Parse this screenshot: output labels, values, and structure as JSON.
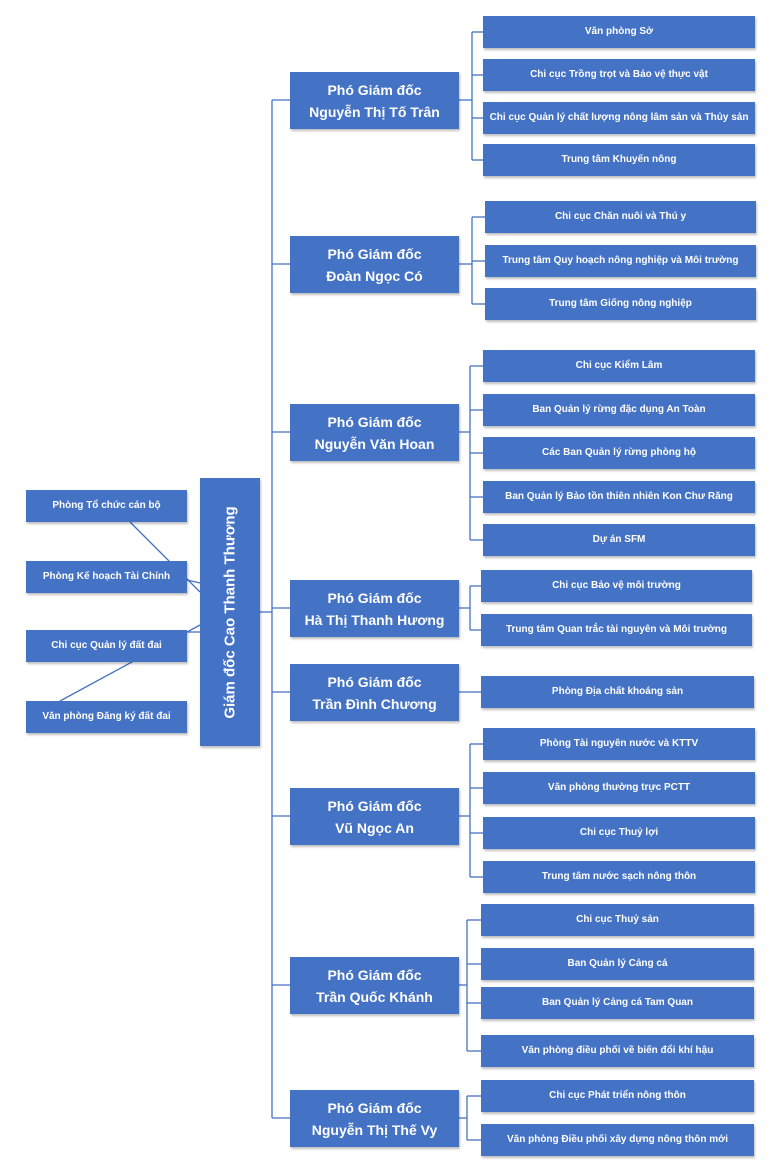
{
  "director": {
    "label": "Giám đốc Cao Thanh Thương"
  },
  "left_units": [
    {
      "label": "Phòng Tổ chức cán bộ"
    },
    {
      "label": "Phòng Kế hoạch Tài Chính"
    },
    {
      "label": "Chi cục Quản lý đất đai"
    },
    {
      "label": "Văn phòng Đăng ký đất đai"
    }
  ],
  "branches": [
    {
      "title": "Phó Giám đốc",
      "name": "Nguyễn Thị Tố Trân",
      "units": [
        {
          "label": "Văn phòng Sở"
        },
        {
          "label": "Chi cục Trồng trọt và Bảo vệ thực vật"
        },
        {
          "label": "Chi cục Quản lý chất lượng nông lâm sản và Thủy sản"
        },
        {
          "label": "Trung tâm Khuyến nông"
        }
      ]
    },
    {
      "title": "Phó Giám đốc",
      "name": "Đoàn Ngọc Có",
      "units": [
        {
          "label": "Chi cục Chăn nuôi và Thú y"
        },
        {
          "label": "Trung tâm Quy hoạch nông nghiệp và Môi trường"
        },
        {
          "label": "Trung tâm Giống nông nghiệp"
        }
      ]
    },
    {
      "title": "Phó Giám đốc",
      "name": "Nguyễn Văn Hoan",
      "units": [
        {
          "label": "Chi cục Kiểm Lâm"
        },
        {
          "label": "Ban Quản lý rừng đặc dụng An Toàn"
        },
        {
          "label": "Các Ban Quản lý rừng phòng hộ"
        },
        {
          "label": "Ban Quản lý Bảo tồn thiên nhiên Kon Chư Răng"
        },
        {
          "label": "Dự án SFM"
        }
      ]
    },
    {
      "title": "Phó Giám đốc",
      "name": "Hà Thị Thanh Hương",
      "units": [
        {
          "label": "Chi cục Bảo vệ môi trường"
        },
        {
          "label": "Trung tâm Quan trắc tài nguyên và Môi trường"
        }
      ]
    },
    {
      "title": "Phó Giám đốc",
      "name": "Trần Đình Chương",
      "units": [
        {
          "label": "Phòng Địa chất khoáng sản"
        }
      ]
    },
    {
      "title": "Phó Giám đốc",
      "name": "Vũ Ngọc An",
      "units": [
        {
          "label": "Phòng Tài nguyên nước và KTTV"
        },
        {
          "label": "Văn phòng thường trực PCTT"
        },
        {
          "label": "Chi cục Thuỷ lợi"
        },
        {
          "label": "Trung tâm nước sạch nông thôn"
        }
      ]
    },
    {
      "title": "Phó Giám đốc",
      "name": "Trần Quốc Khánh",
      "units": [
        {
          "label": "Chi cục Thuỷ sản"
        },
        {
          "label": "Ban Quản lý Cảng cá"
        },
        {
          "label": "Ban Quản lý Cảng cá Tam Quan"
        },
        {
          "label": "Văn phòng điều phối về biến đổi khí hậu"
        }
      ]
    },
    {
      "title": "Phó Giám đốc",
      "name": "Nguyễn Thị Thế Vy",
      "units": [
        {
          "label": "Chi cục Phát triển nông thôn"
        },
        {
          "label": "Văn phòng Điều phối xây dựng nông thôn mới"
        }
      ]
    }
  ],
  "colors": {
    "box": "#4472C4",
    "line": "#4472C4",
    "text": "#ffffff"
  }
}
